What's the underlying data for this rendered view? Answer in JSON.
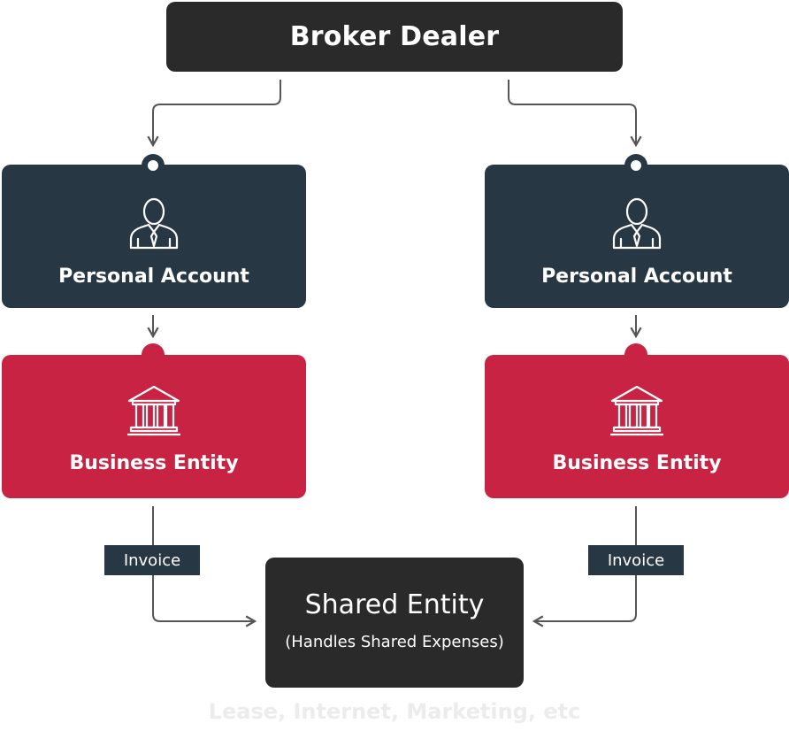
{
  "diagram": {
    "top_node": {
      "label": "Broker Dealer"
    },
    "branches": [
      {
        "personal_account": {
          "label": "Personal Account",
          "icon": "businessman-icon"
        },
        "business_entity": {
          "label": "Business Entity",
          "icon": "bank-building-icon"
        },
        "edge_label": "Invoice"
      },
      {
        "personal_account": {
          "label": "Personal Account",
          "icon": "businessman-icon"
        },
        "business_entity": {
          "label": "Business Entity",
          "icon": "bank-building-icon"
        },
        "edge_label": "Invoice"
      }
    ],
    "shared_entity": {
      "title": "Shared Entity",
      "subtitle": "(Handles Shared Expenses)"
    },
    "footnote": "Lease, Internet, Marketing, etc"
  },
  "colors": {
    "dark_node": "#2a2a2a",
    "navy_node": "#283744",
    "red_node": "#c92343",
    "connector": "#555555",
    "footnote_text": "#ececec"
  }
}
